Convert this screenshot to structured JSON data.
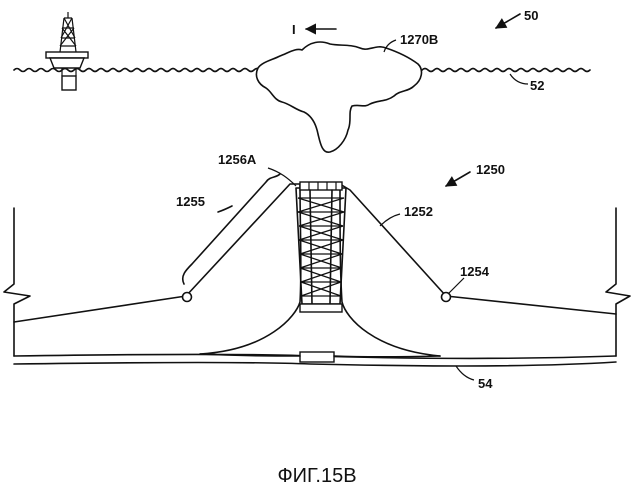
{
  "labels": {
    "ref_50": "50",
    "ref_52": "52",
    "ref_1270b": "1270B",
    "ref_i": "I",
    "ref_1256a": "1256A",
    "ref_1250": "1250",
    "ref_1255": "1255",
    "ref_1252": "1252",
    "ref_1254": "1254",
    "ref_54": "54"
  },
  "caption": "ФИГ.15B"
}
